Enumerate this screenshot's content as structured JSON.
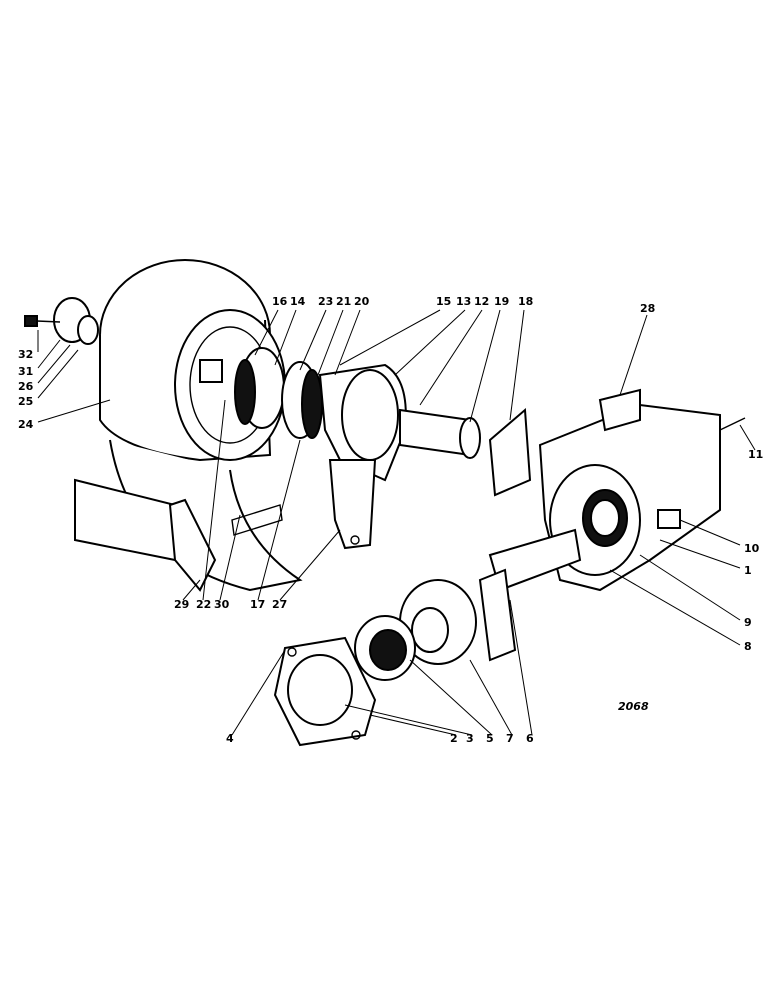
{
  "drawing_ref": "2068",
  "callouts": [
    "1",
    "2",
    "3",
    "4",
    "5",
    "6",
    "7",
    "8",
    "9",
    "10",
    "11",
    "12",
    "13",
    "14",
    "15",
    "16",
    "17",
    "18",
    "19",
    "20",
    "21",
    "22",
    "23",
    "24",
    "25",
    "26",
    "27",
    "28",
    "29",
    "30",
    "31",
    "32"
  ]
}
